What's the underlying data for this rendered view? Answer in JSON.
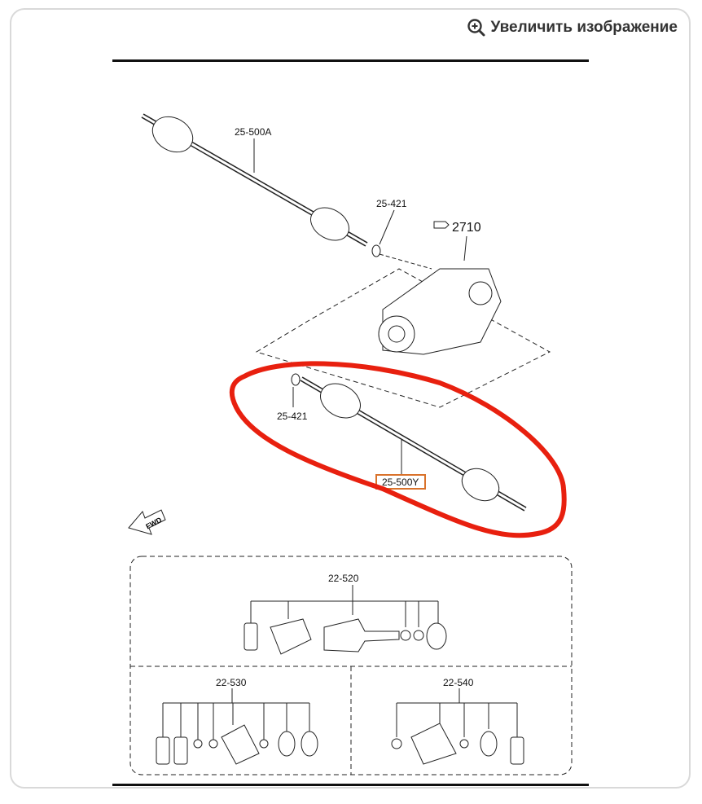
{
  "toolbar": {
    "zoom_label": "Увеличить изображение",
    "zoom_icon": "zoom-in-icon"
  },
  "diagram": {
    "labels": {
      "shaft_upper": "25-500A",
      "clip_upper": "25-421",
      "unit_ref": "2710",
      "clip_lower": "25-421",
      "shaft_lower": "25-500Y",
      "fwd": "FWD",
      "kit_1": "22-520",
      "kit_2": "22-530",
      "kit_3": "22-540"
    },
    "colors": {
      "highlight_box": "#d9722b",
      "annotation": "#e8200f",
      "line": "#222222"
    }
  }
}
